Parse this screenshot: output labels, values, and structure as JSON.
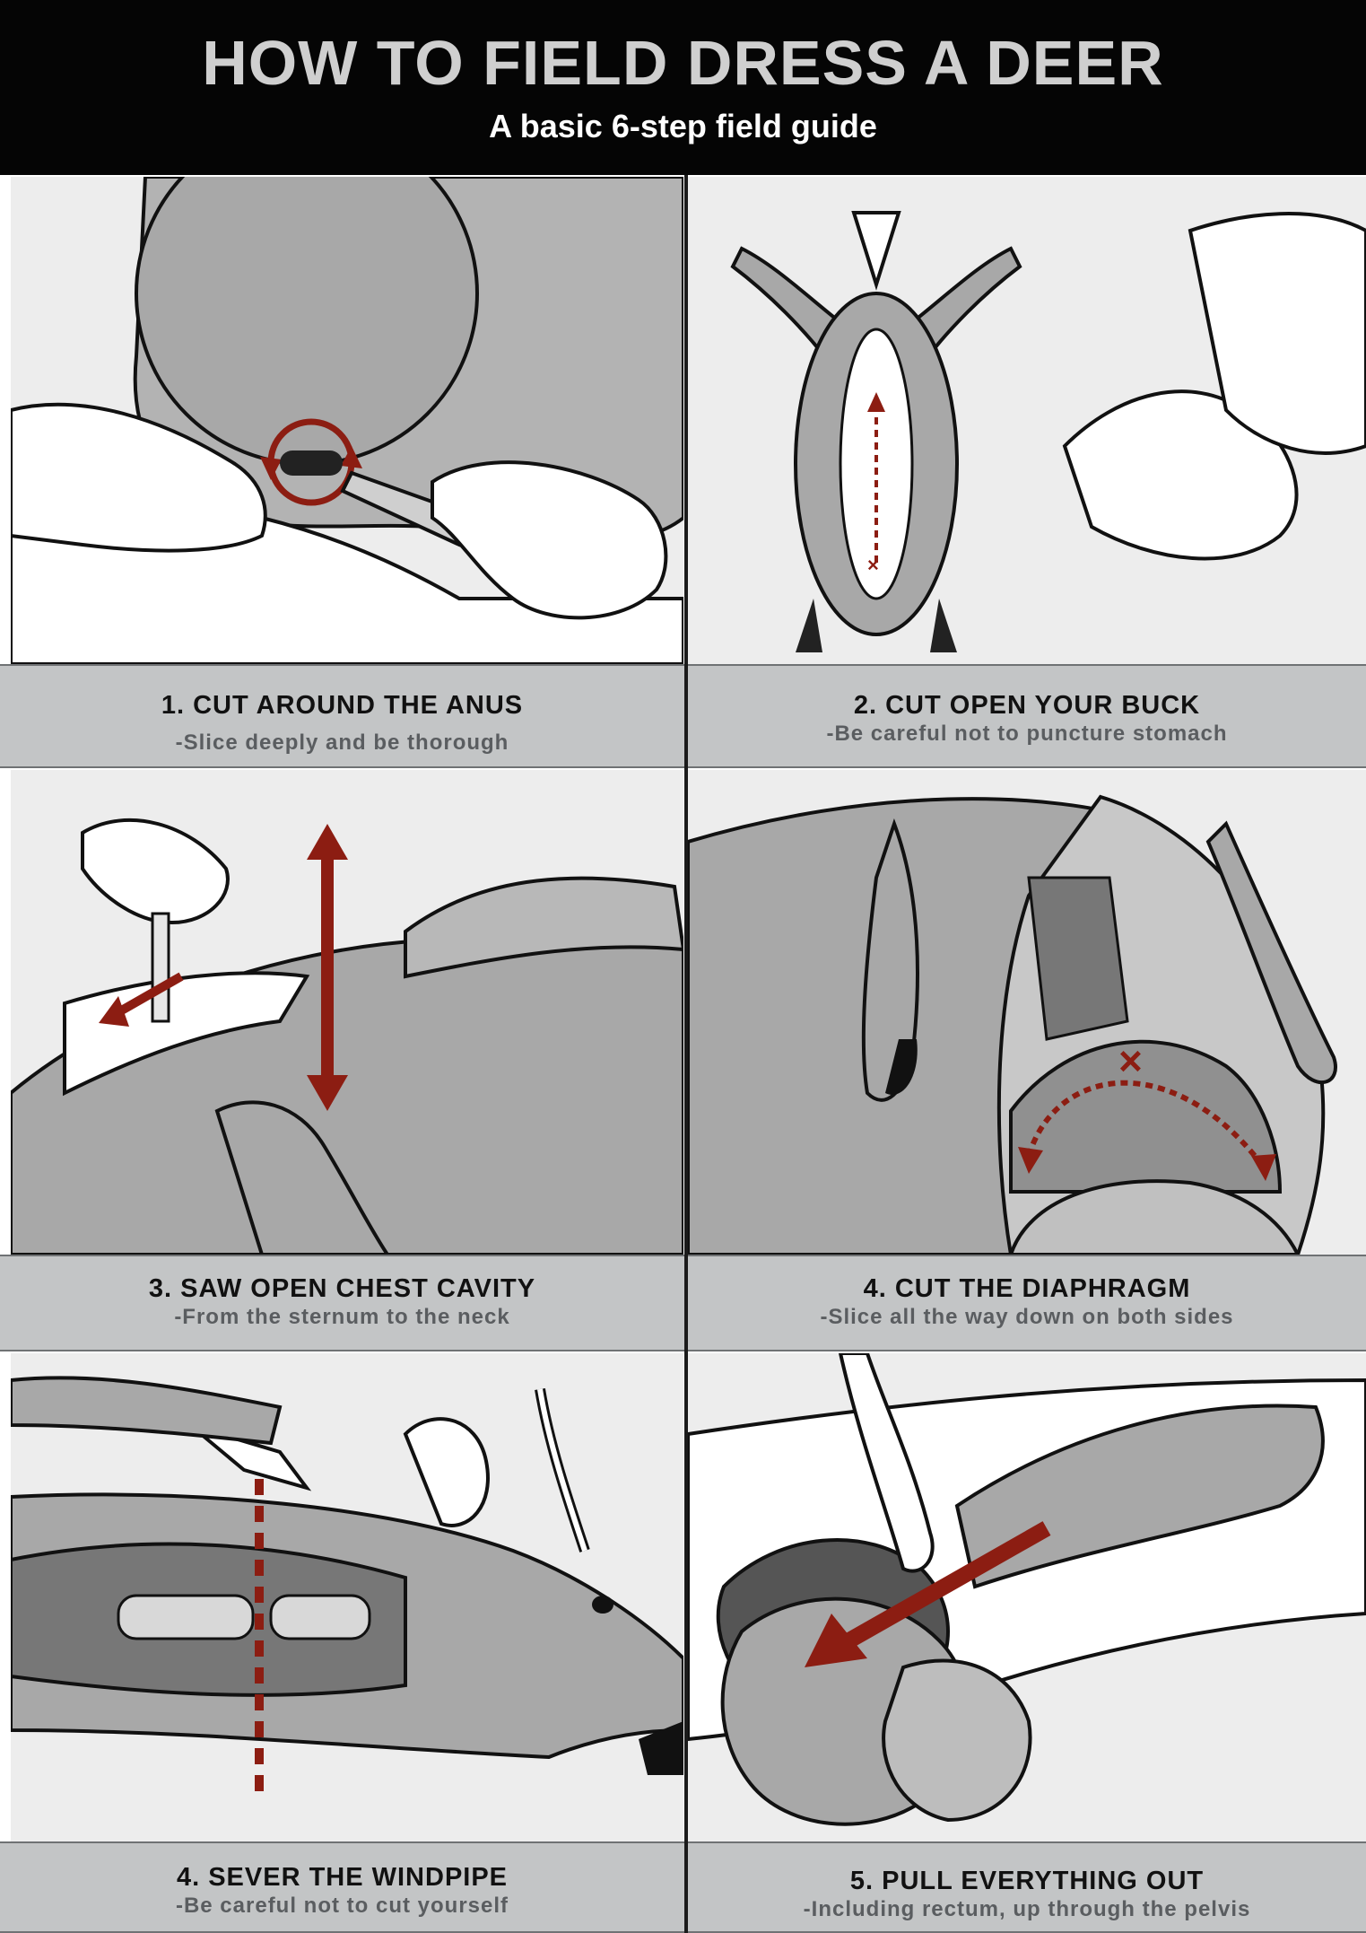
{
  "header": {
    "title": "HOW TO FIELD DRESS A DEER",
    "subtitle": "A basic 6-step field guide"
  },
  "steps": [
    {
      "title": "1. CUT AROUND THE ANUS",
      "note": "-Slice deeply and be thorough"
    },
    {
      "title": "2. CUT OPEN YOUR BUCK",
      "note": "-Be careful not to puncture stomach"
    },
    {
      "title": "3. SAW OPEN CHEST CAVITY",
      "note": "-From the sternum to the neck"
    },
    {
      "title": "4. CUT THE DIAPHRAGM",
      "note": "-Slice all the way down on both sides"
    },
    {
      "title": "4. SEVER THE WINDPIPE",
      "note": "-Be careful not to cut yourself"
    },
    {
      "title": "5. PULL EVERYTHING OUT",
      "note": "-Including rectum, up through the pelvis"
    }
  ],
  "colors": {
    "accent_red": "#8c1d12",
    "panel_bg": "#ededed",
    "caption_bg": "#c3c5c6",
    "fur_gray": "#a9a9a9",
    "ink": "#111111"
  }
}
